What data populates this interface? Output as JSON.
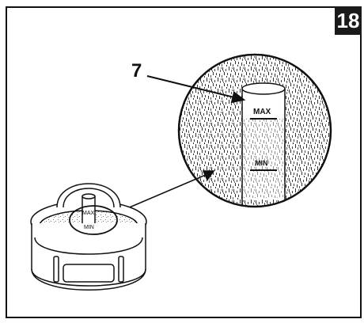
{
  "figure": {
    "number": "18"
  },
  "callout": {
    "label": "7"
  },
  "markings": {
    "max": "MAX",
    "min": "MIN"
  }
}
